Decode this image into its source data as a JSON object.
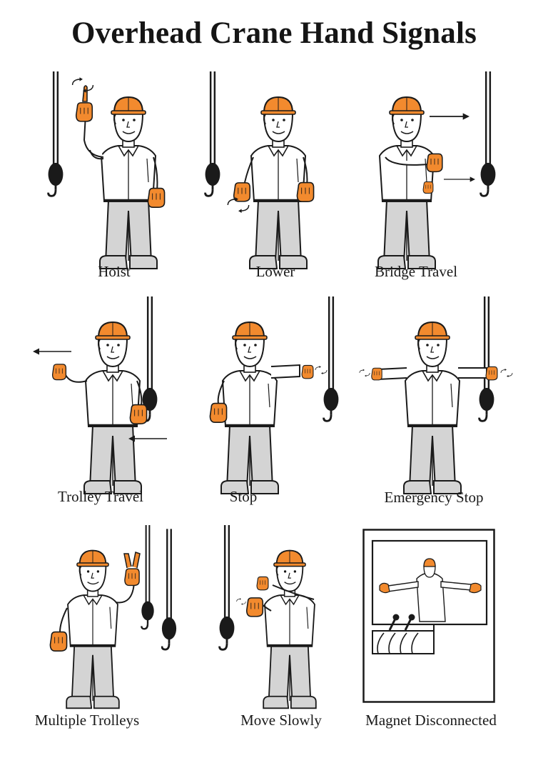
{
  "title": "Overhead Crane Hand Signals",
  "colors": {
    "glove_hat": "#f28a2e",
    "pants": "#d4d4d4",
    "outline": "#1a1a1a",
    "hook": "#1a1a1a",
    "background": "#ffffff"
  },
  "signals": [
    {
      "id": "hoist",
      "label": "Hoist",
      "gesture": "forearm vertical, index finger pointing up, small horizontal circles",
      "icons": [
        "hook",
        "circular-arrow"
      ]
    },
    {
      "id": "lower",
      "label": "Lower",
      "gesture": "arm extended downward, index finger pointing down, small horizontal circles",
      "icons": [
        "hook",
        "circular-arrow"
      ]
    },
    {
      "id": "bridge-travel",
      "label": "Bridge Travel",
      "gesture": "arm extended forward, hand open and raised, motion in direction of travel",
      "icons": [
        "hook",
        "arrow-right",
        "arrow-right"
      ]
    },
    {
      "id": "trolley-travel",
      "label": "Trolley Travel",
      "gesture": "palm up, fingers closed, thumb pointing in direction of motion",
      "icons": [
        "hook",
        "arrow-left",
        "arrow-left"
      ]
    },
    {
      "id": "stop",
      "label": "Stop",
      "gesture": "arm extended, palm down, move arm back and forth horizontally",
      "icons": [
        "hook",
        "circular-arrow"
      ]
    },
    {
      "id": "emergency-stop",
      "label": "Emergency Stop",
      "gesture": "both arms extended, palms down, move arms back and forth horizontally",
      "icons": [
        "hook",
        "circular-arrow",
        "circular-arrow"
      ]
    },
    {
      "id": "multiple-trolleys",
      "label": "Multiple Trolleys",
      "gesture": "hold up two fingers for block marked 2",
      "icons": [
        "hook",
        "hook"
      ]
    },
    {
      "id": "move-slowly",
      "label": "Move Slowly",
      "gesture": "one hand gives motion signal, other hand placed motionless in front",
      "icons": [
        "hook",
        "circular-arrow"
      ]
    },
    {
      "id": "magnet-disconnected",
      "label": "Magnet Disconnected",
      "gesture": "crane operator spreads both hands apart, palms up",
      "icons": [
        "cab-window",
        "controls"
      ]
    }
  ]
}
